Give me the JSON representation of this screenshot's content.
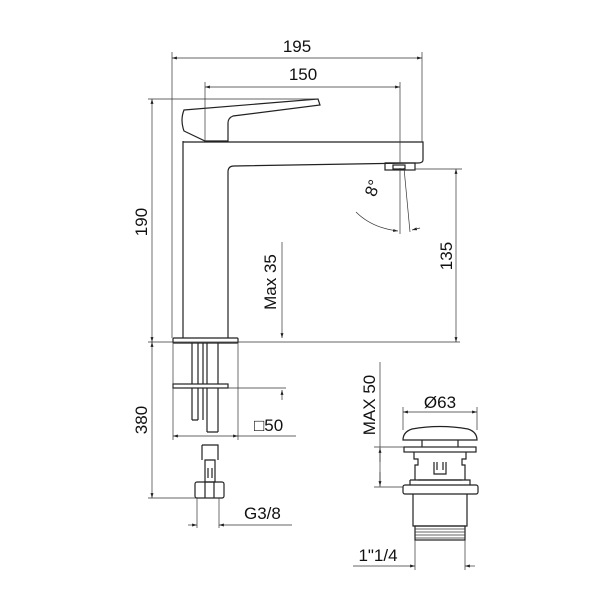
{
  "dimensions": {
    "overall_width": "195",
    "spout_reach": "150",
    "overall_height": "190",
    "spout_height": "135",
    "max_deck_thickness": "Max 35",
    "spray_angle": "8°",
    "hole_size": "□50",
    "hose_length": "380",
    "connection_thread": "G3/8",
    "waste_cap_diameter": "Ø63",
    "waste_max_thickness": "MAX 50",
    "waste_thread": "1\"1/4"
  },
  "colors": {
    "line": "#222222",
    "background": "#ffffff"
  }
}
